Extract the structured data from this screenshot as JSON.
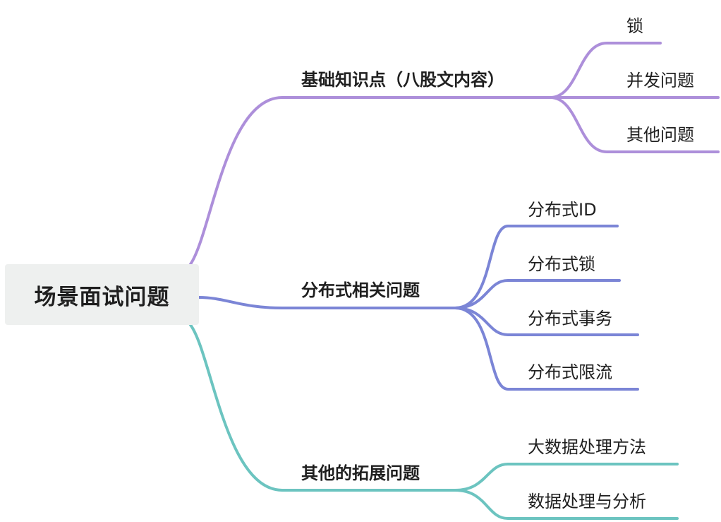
{
  "colors": {
    "purple": "#ad8fda",
    "blue": "#7b85d6",
    "teal": "#6cc4c0",
    "root_bg": "#eef0ef"
  },
  "root": {
    "label": "场景面试问题"
  },
  "branches": [
    {
      "label": "基础知识点（八股文内容）",
      "color": "purple",
      "children": [
        "锁",
        "并发问题",
        "其他问题"
      ]
    },
    {
      "label": "分布式相关问题",
      "color": "blue",
      "children": [
        "分布式ID",
        "分布式锁",
        "分布式事务",
        "分布式限流"
      ]
    },
    {
      "label": "其他的拓展问题",
      "color": "teal",
      "children": [
        "大数据处理方法",
        "数据处理与分析"
      ]
    }
  ]
}
